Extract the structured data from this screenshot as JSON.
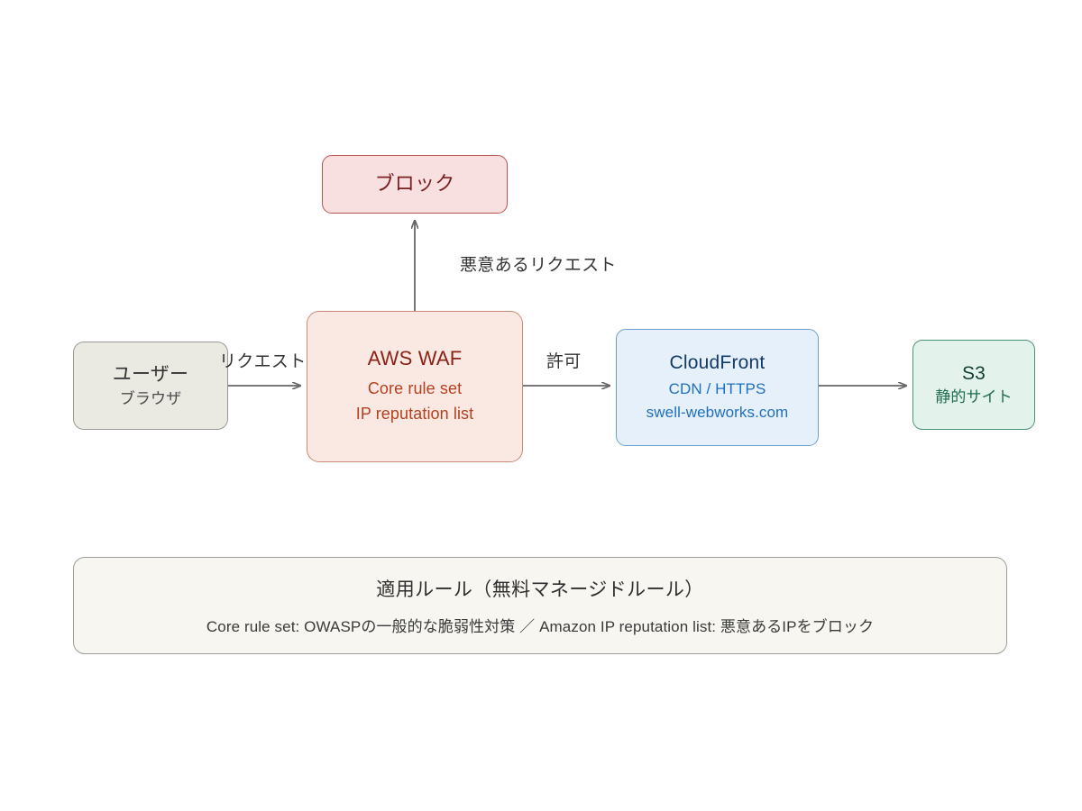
{
  "diagram": {
    "title": "AWS WAF / CloudFront / S3 request flow",
    "colors": {
      "background": "#ffffff",
      "arrow": "#666666",
      "user_fill": "#eaeae2",
      "user_border": "#9a9a94",
      "waf_fill": "#fae9e3",
      "waf_border": "#c98b77",
      "waf_text": "#8b2215",
      "block_fill": "#f8dfe0",
      "block_border": "#b85450",
      "block_text": "#7c1f22",
      "cloudfront_fill": "#e6f0fa",
      "cloudfront_border": "#6a9fd0",
      "cloudfront_text": "#143b66",
      "s3_fill": "#e3f3ec",
      "s3_border": "#4a9478",
      "s3_text": "#123d33",
      "legend_fill": "#f7f6f1",
      "legend_border": "#9d9d98"
    },
    "nodes": {
      "user": {
        "title": "ユーザー",
        "sub": "ブラウザ"
      },
      "waf": {
        "title": "AWS WAF",
        "sub1": "Core rule set",
        "sub2": "IP reputation list"
      },
      "block": {
        "title": "ブロック"
      },
      "cloudfront": {
        "title": "CloudFront",
        "sub1": "CDN / HTTPS",
        "sub2": "swell-webworks.com"
      },
      "s3": {
        "title": "S3",
        "sub": "静的サイト"
      }
    },
    "edges": {
      "user_to_waf": "リクエスト",
      "waf_to_cloudfront": "許可",
      "waf_to_block": "悪意あるリクエスト",
      "cloudfront_to_s3": ""
    },
    "legend": {
      "title": "適用ルール（無料マネージドルール）",
      "detail": "Core rule set: OWASPの一般的な脆弱性対策 ／ Amazon IP reputation list: 悪意あるIPをブロック"
    }
  }
}
